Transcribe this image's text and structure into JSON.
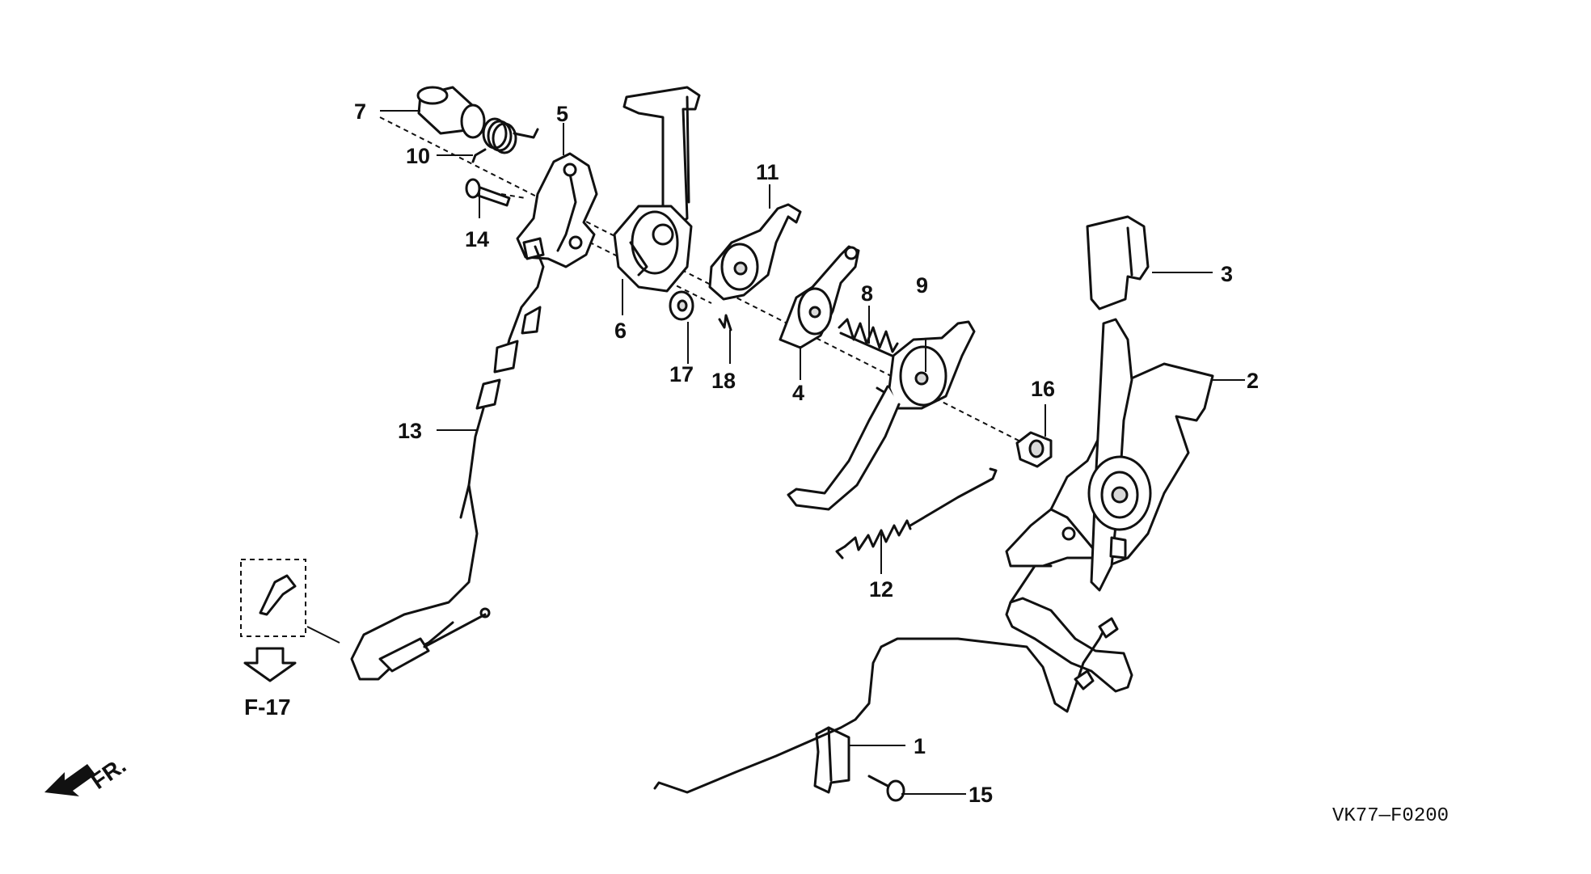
{
  "diagram": {
    "code": "VK77—F0200",
    "ref_tag": "F-17",
    "direction_label": "FR.",
    "callouts": [
      "1",
      "2",
      "3",
      "4",
      "5",
      "6",
      "7",
      "8",
      "9",
      "10",
      "11",
      "12",
      "13",
      "14",
      "15",
      "16",
      "17",
      "18"
    ]
  }
}
